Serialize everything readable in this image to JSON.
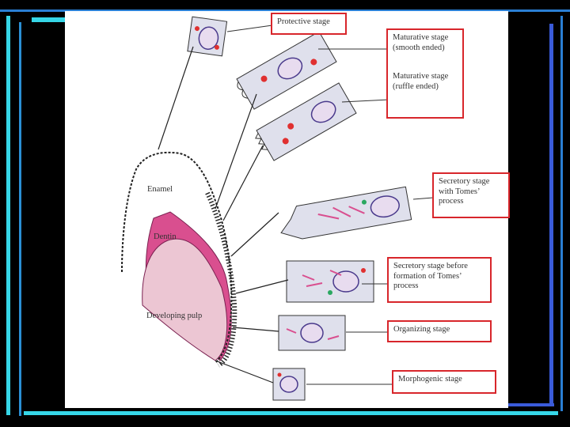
{
  "slide": {
    "stages": {
      "protective": "Protective stage",
      "maturative_smooth_1": "Maturative stage",
      "maturative_smooth_2": "(smooth ended)",
      "maturative_ruffle_1": "Maturative stage",
      "maturative_ruffle_2": "(ruffle ended)",
      "secretory_tomes_1": "Secretory  stage",
      "secretory_tomes_2": "with Tomes’",
      "secretory_tomes_3": "process",
      "secretory_before_1": "Secretory stage before",
      "secretory_before_2": "formation of Tomes’",
      "secretory_before_3": "process",
      "organizing": "Organizing stage",
      "morphogenic": "Morphogenic stage"
    },
    "tissues": {
      "enamel": "Enamel",
      "dentin": "Dentin",
      "pulp": "Developing pulp"
    }
  },
  "colors": {
    "box_border": "#d8262b",
    "dentin": "#d94f8f",
    "pulp": "#ecc6d3",
    "cell_fill": "#dfe0ec",
    "nucleus": "#4a3a8c",
    "frame_cyan": "#36d6e7",
    "frame_blue": "#3a5bd9"
  }
}
